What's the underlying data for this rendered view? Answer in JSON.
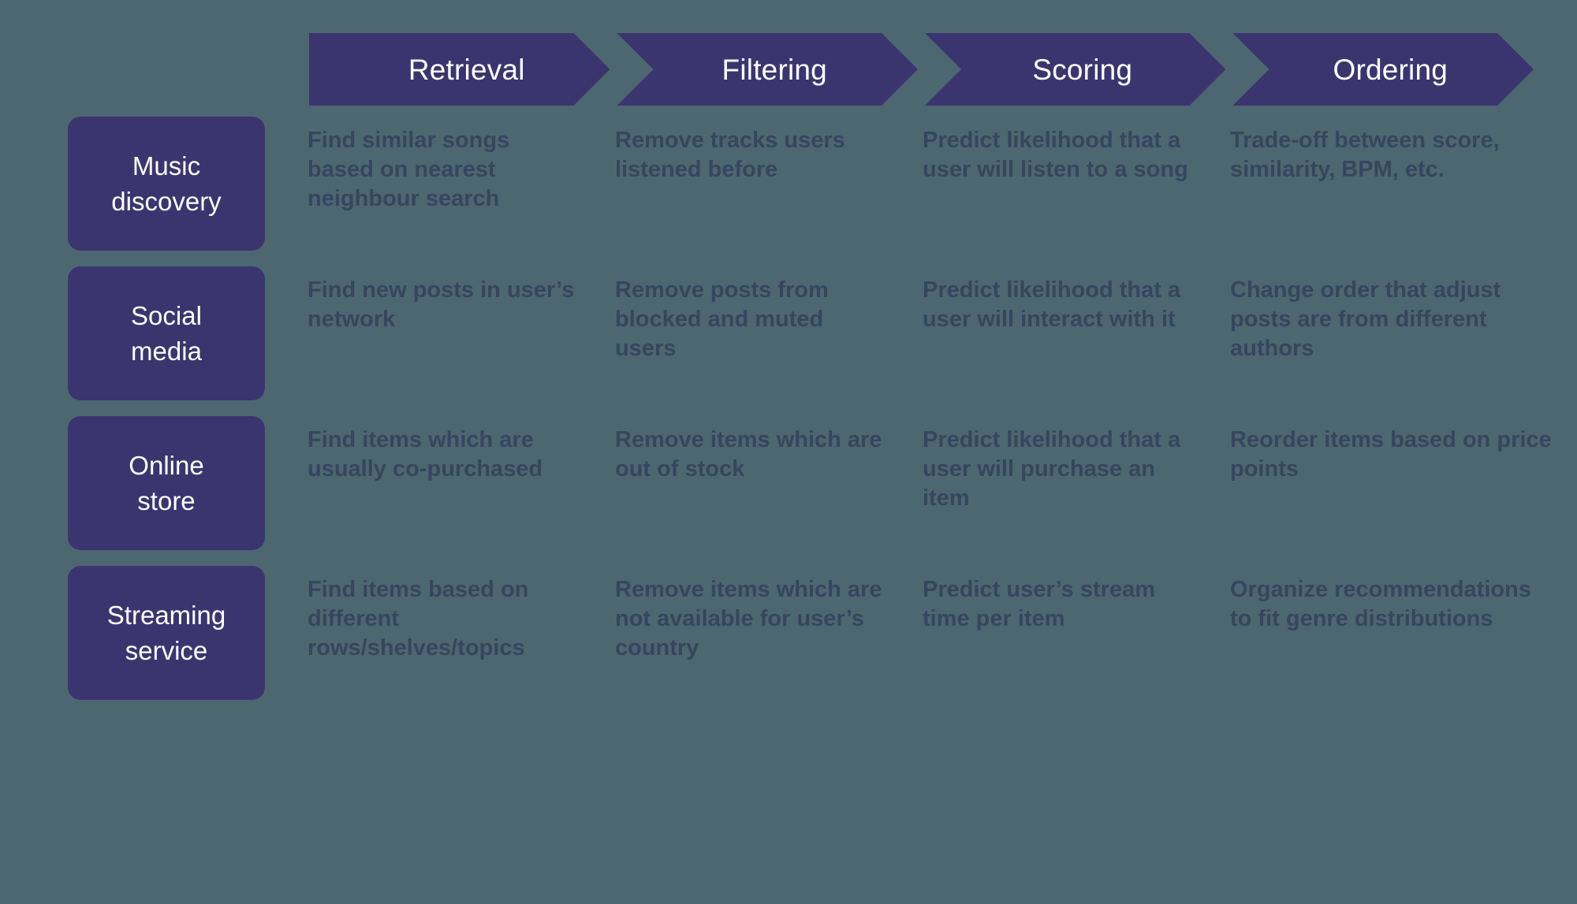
{
  "background_color": "#4d6771",
  "accent_color": "#3b356f",
  "body_text_color": "#35465e",
  "header_text_color": "#ffffff",
  "header": {
    "stages": [
      {
        "label": "Retrieval"
      },
      {
        "label": "Filtering"
      },
      {
        "label": "Scoring"
      },
      {
        "label": "Ordering"
      }
    ]
  },
  "rows": [
    {
      "label": "Music\ndiscovery",
      "cells": [
        "Find similar songs based on nearest neighbour search",
        "Remove tracks users listened before",
        "Predict likelihood that a user will listen to a song",
        "Trade-off between score, similarity, BPM, etc."
      ]
    },
    {
      "label": "Social\nmedia",
      "cells": [
        "Find new posts in user’s network",
        "Remove posts from blocked and muted users",
        "Predict likelihood that a user will interact with it",
        "Change order that adjust posts are from different authors"
      ]
    },
    {
      "label": "Online\nstore",
      "cells": [
        "Find items which are usually co-purchased",
        "Remove items which are out of stock",
        "Predict likelihood that a user will purchase an item",
        "Reorder items based on price points"
      ]
    },
    {
      "label": "Streaming\nservice",
      "cells": [
        "Find items based on different rows/shelves/topics",
        "Remove items which are not available for user’s country",
        "Predict user’s stream time per item",
        "Organize recommendations to fit genre distributions"
      ]
    }
  ]
}
